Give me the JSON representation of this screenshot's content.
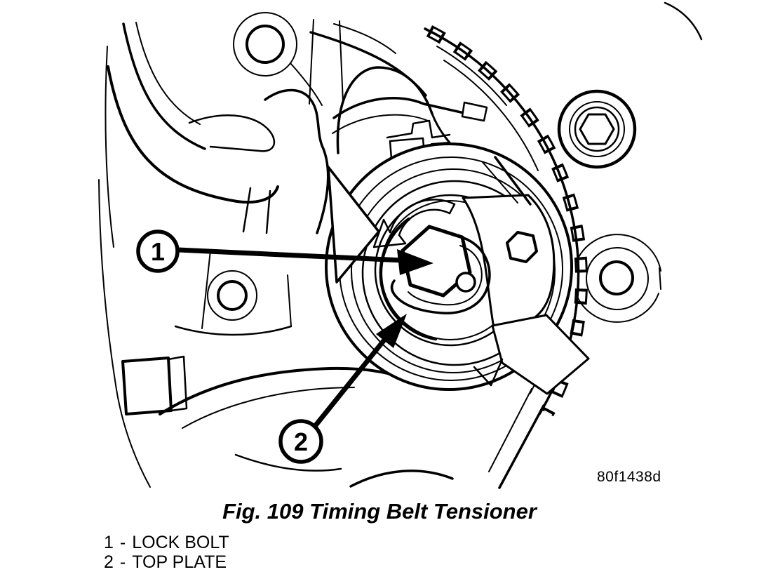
{
  "figure": {
    "caption": "Fig. 109 Timing Belt Tensioner",
    "figure_code": "80f1438d",
    "callouts": [
      {
        "number": "1",
        "target": "lock bolt (center hex of tensioner)"
      },
      {
        "number": "2",
        "target": "top plate (tensioner pulley face)"
      }
    ],
    "legend": [
      {
        "number": "1",
        "separator": "-",
        "label": "LOCK BOLT"
      },
      {
        "number": "2",
        "separator": "-",
        "label": "TOP PLATE"
      }
    ]
  },
  "colors": {
    "ink": "#000000",
    "paper": "#ffffff"
  }
}
